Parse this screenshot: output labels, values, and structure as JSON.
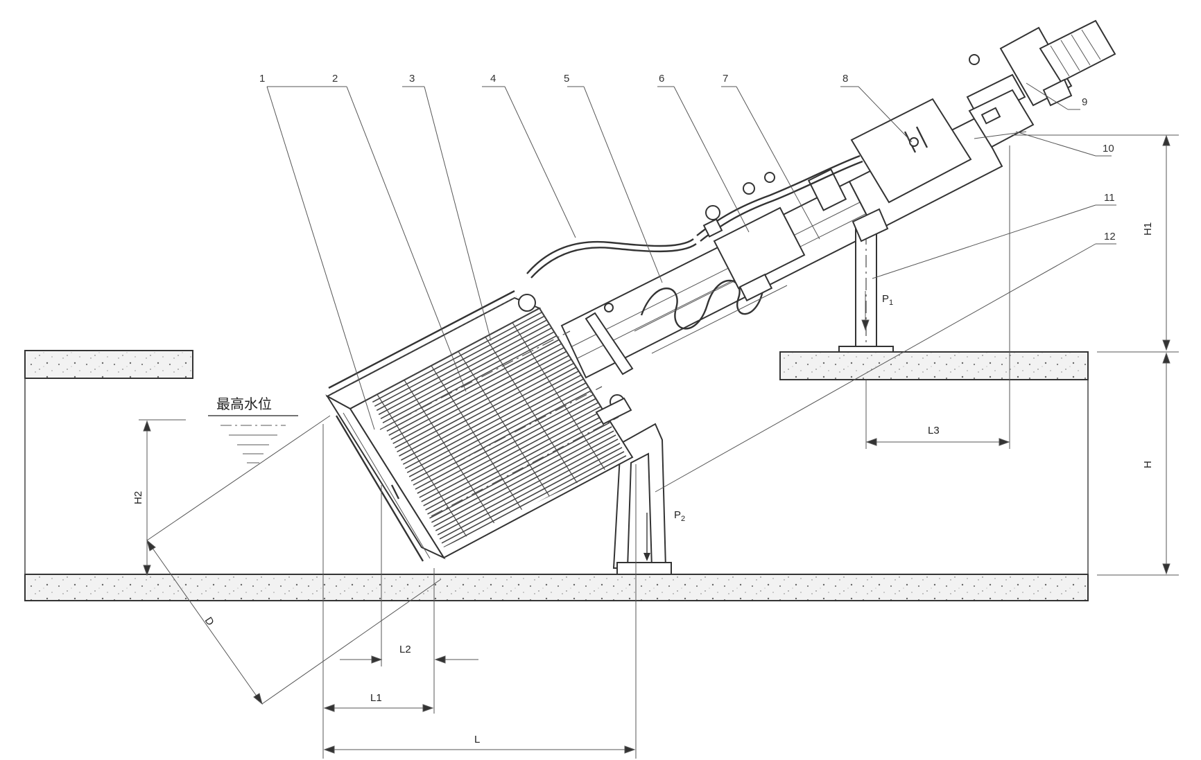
{
  "parts": [
    "1",
    "2",
    "3",
    "4",
    "5",
    "6",
    "7",
    "8",
    "9",
    "10",
    "11",
    "12"
  ],
  "water_level_label": "最高水位",
  "dimensions": {
    "H": "H",
    "H1": "H1",
    "H2": "H2",
    "D": "D",
    "L": "L",
    "L1": "L1",
    "L2": "L2",
    "L3": "L3"
  },
  "forces": {
    "P1": {
      "base": "P",
      "sub": "1"
    },
    "P2": {
      "base": "P",
      "sub": "2"
    }
  }
}
